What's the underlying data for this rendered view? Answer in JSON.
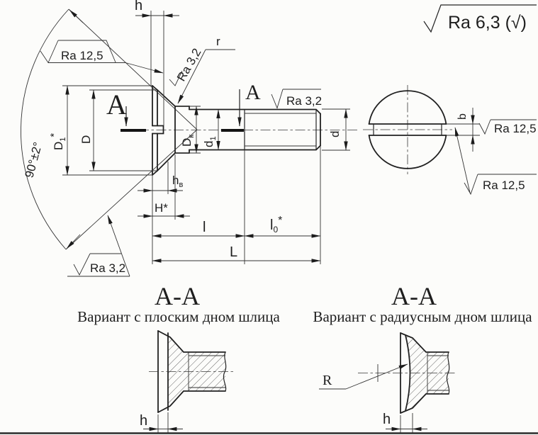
{
  "drawing": {
    "general_roughness": "Ra 6,3 (√)",
    "angle_label": "90°±2°",
    "section_letter": "A",
    "surface_marks": {
      "ra125": "Ra 12,5",
      "ra32": "Ra 3,2"
    },
    "dims": {
      "h": "h",
      "D1": {
        "base": "D",
        "sub": "1",
        "suffix": "*"
      },
      "D": "D",
      "Dk": {
        "base": "D",
        "sub": "к"
      },
      "d1": {
        "base": "d",
        "sub": "1"
      },
      "d": "d",
      "hv": {
        "base": "h",
        "sub": "в"
      },
      "H": "H*",
      "l": "l",
      "l0": {
        "base": "l",
        "sub": "0",
        "suffix": "*"
      },
      "L": "L",
      "b": "b",
      "r": "r",
      "R": "R"
    },
    "sections": {
      "left": {
        "title": "A-A",
        "subtitle": "Вариант с плоским дном шлица"
      },
      "right": {
        "title": "A-A",
        "subtitle": "Вариант с радиусным дном шлица"
      }
    }
  }
}
